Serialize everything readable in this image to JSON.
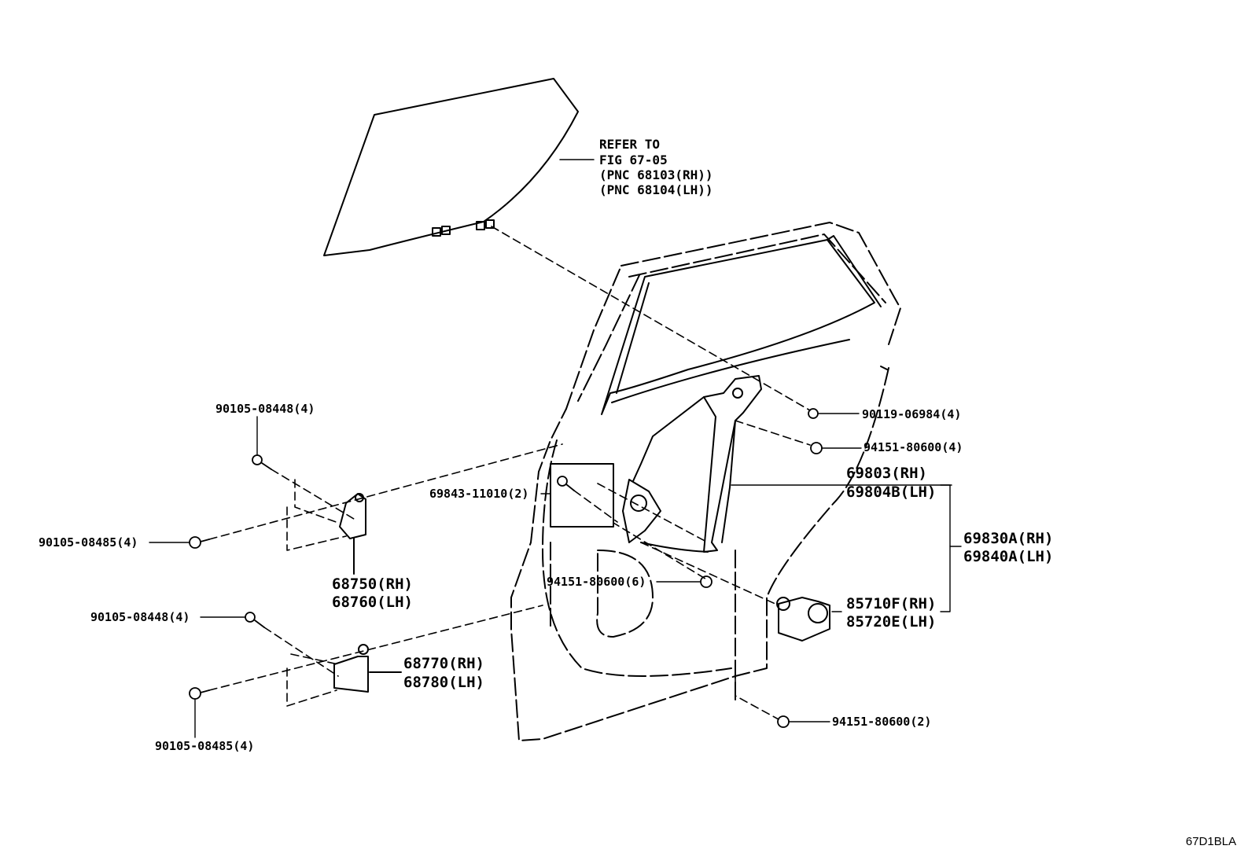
{
  "refer": {
    "line1": "REFER TO",
    "line2": "FIG 67-05",
    "line3": "(PNC 68103(RH))",
    "line4": "(PNC 68104(LH))"
  },
  "labels": {
    "p90105_08448_top": "90105-08448(4)",
    "p90105_08485_top": "90105-08485(4)",
    "p68750": "68750(RH)",
    "p68760": "68760(LH)",
    "p90105_08448_bottom": "90105-08448(4)",
    "p68770": "68770(RH)",
    "p68780": "68780(LH)",
    "p90105_08485_bottom": "90105-08485(4)",
    "p69843": "69843-11010(2)",
    "p94151_6": "94151-80600(6)",
    "p90119": "90119-06984(4)",
    "p94151_4": "94151-80600(4)",
    "p69803": "69803(RH)",
    "p69804B": "69804B(LH)",
    "p69830A": "69830A(RH)",
    "p69840A": "69840A(LH)",
    "p85710F": "85710F(RH)",
    "p85720E": "85720E(LH)",
    "p94151_2": "94151-80600(2)"
  },
  "diagram_code": "67D1BLA",
  "colors": {
    "ink": "#000000",
    "background": "#ffffff"
  }
}
